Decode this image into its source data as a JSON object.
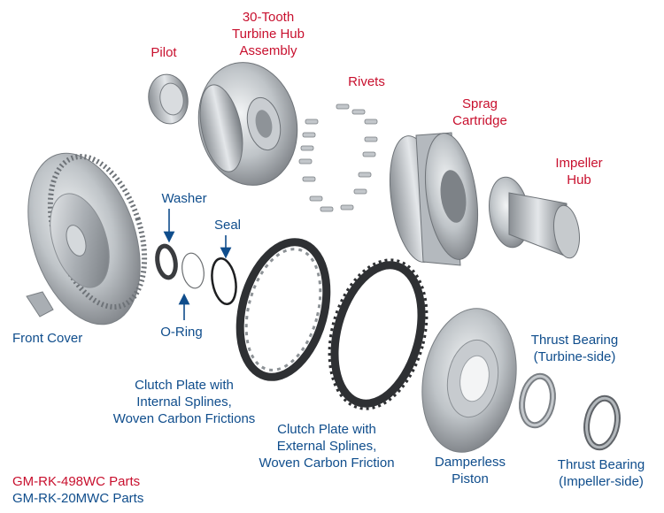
{
  "labels": {
    "turbine_hub": [
      "30-Tooth",
      "Turbine Hub",
      "Assembly"
    ],
    "pilot": "Pilot",
    "rivets": "Rivets",
    "sprag": [
      "Sprag",
      "Cartridge"
    ],
    "impeller_hub": [
      "Impeller",
      "Hub"
    ],
    "washer": "Washer",
    "seal": "Seal",
    "oring": "O-Ring",
    "front_cover": "Front Cover",
    "clutch_internal": [
      "Clutch Plate with",
      "Internal Splines,",
      "Woven Carbon Frictions"
    ],
    "clutch_external": [
      "Clutch Plate with",
      "External Splines,",
      "Woven Carbon Friction"
    ],
    "piston": [
      "Damperless",
      "Piston"
    ],
    "thrust_turbine": [
      "Thrust Bearing",
      "(Turbine-side)"
    ],
    "thrust_impeller": [
      "Thrust Bearing",
      "(Impeller-side)"
    ],
    "kit1": "GM-RK-498WC Parts",
    "kit2": "GM-RK-20MWC Parts"
  },
  "colors": {
    "red_label": "#c8102e",
    "blue_label": "#0f4d8c",
    "metal": "#b9bec3",
    "friction": "#2e3033"
  }
}
